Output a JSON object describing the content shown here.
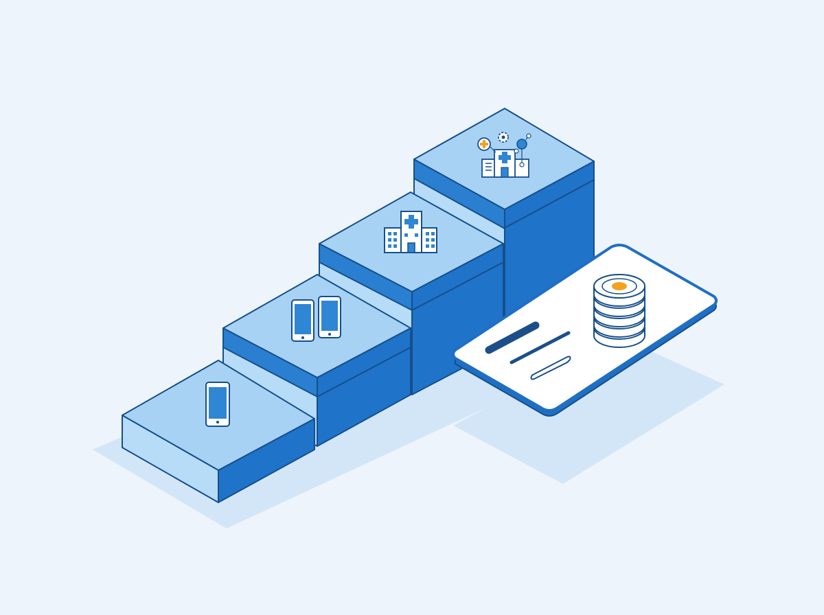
{
  "colors": {
    "background": "#eef4fb",
    "shadow": "#d3e6f8",
    "block_top": "#a8d2f4",
    "block_left": "#b7dcf8",
    "block_right": "#1f73c9",
    "block_band": "#2a7fd0",
    "outline": "#154f8c",
    "accent_orange": "#f3a21c",
    "card_face": "#ffffff",
    "card_rim": "#1f6fc4",
    "coin_fill": "#ffffff",
    "bar_dark": "#1c4f8a"
  },
  "steps": [
    {
      "level": 1,
      "icon": "smartphone-icon"
    },
    {
      "level": 2,
      "icon": "two-smartphones-icon"
    },
    {
      "level": 3,
      "icon": "hospital-building-icon"
    },
    {
      "level": 4,
      "icon": "connected-health-network-icon"
    }
  ],
  "card": {
    "icon": "coin-stack-icon",
    "bars": [
      "dark-bar",
      "dark-bar-short",
      "outline-field"
    ]
  }
}
